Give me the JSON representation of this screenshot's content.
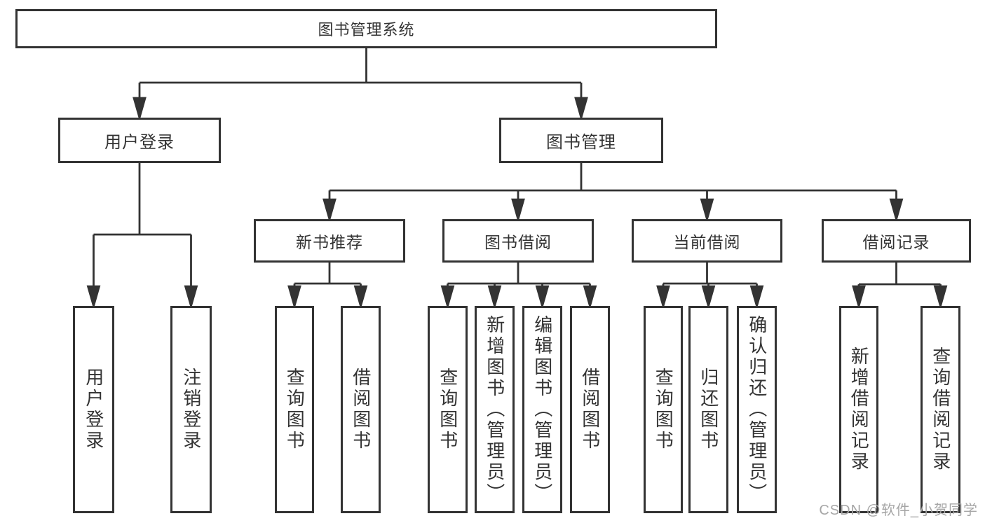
{
  "diagram": {
    "type": "hierarchy-tree",
    "colors": {
      "line": "#333333",
      "border": "#333333",
      "text": "#333333",
      "box_bg": "#ffffff",
      "watermark": "#a6a6a6"
    },
    "tree": {
      "label": "图书管理系统",
      "children": [
        {
          "label": "用户登录",
          "children": [
            {
              "label": "用户登录"
            },
            {
              "label": "注销登录"
            }
          ]
        },
        {
          "label": "图书管理",
          "children": [
            {
              "label": "新书推荐",
              "children": [
                {
                  "label": "查询图书"
                },
                {
                  "label": "借阅图书"
                }
              ]
            },
            {
              "label": "图书借阅",
              "children": [
                {
                  "label": "查询图书"
                },
                {
                  "label": "新增图书（管理员）"
                },
                {
                  "label": "编辑图书（管理员）"
                },
                {
                  "label": "借阅图书"
                }
              ]
            },
            {
              "label": "当前借阅",
              "children": [
                {
                  "label": "查询图书"
                },
                {
                  "label": "归还图书"
                },
                {
                  "label": "确认归还（管理员）"
                }
              ]
            },
            {
              "label": "借阅记录",
              "children": [
                {
                  "label": "新增借阅记录"
                },
                {
                  "label": "查询借阅记录"
                }
              ]
            }
          ]
        }
      ]
    }
  },
  "watermark": {
    "text": "CSDN @软件_小贺同学"
  }
}
